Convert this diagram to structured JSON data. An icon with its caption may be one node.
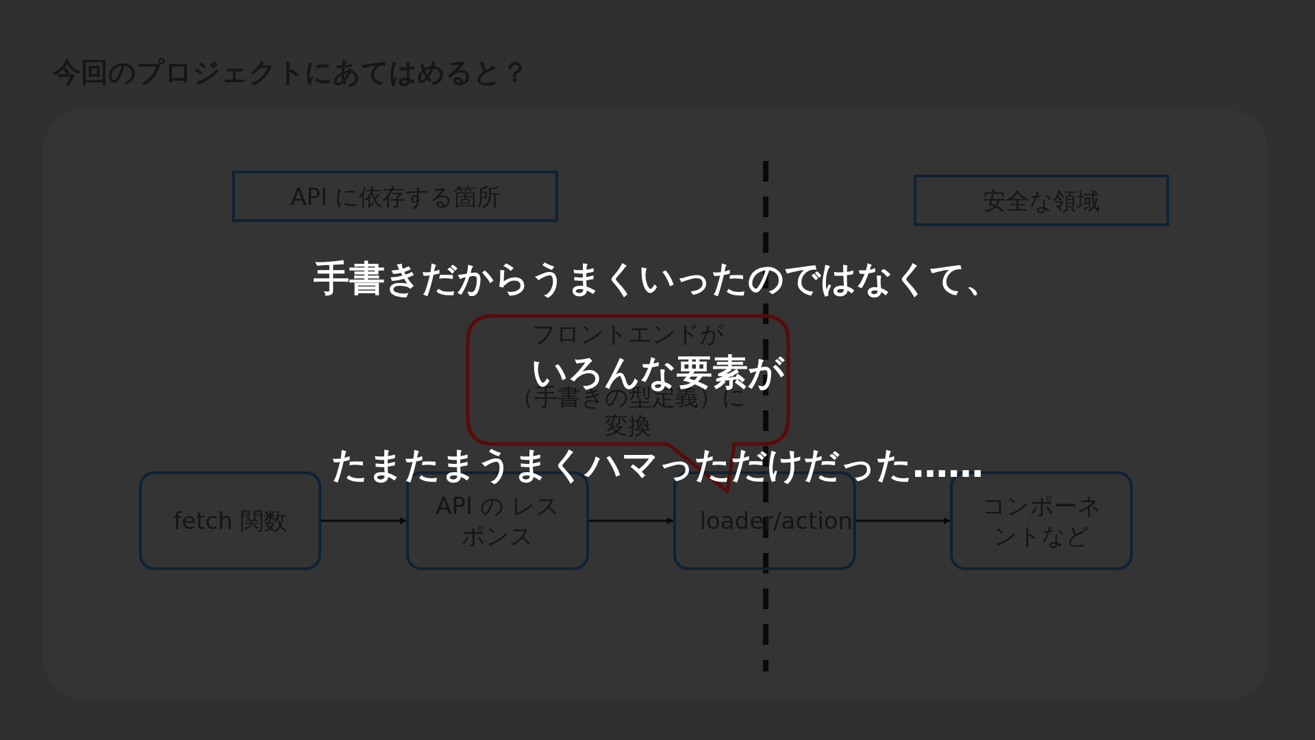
{
  "diagram": {
    "title": "今回のプロジェクトにあてはめると？",
    "nodes": [
      {
        "text": [
          "API に依存する箇所"
        ]
      },
      {
        "text": [
          "安全な領域"
        ]
      },
      {
        "text": [
          "フロントエンドが",
          "（手書きの型定義）に変換"
        ]
      },
      {
        "text": [
          "fetch 関数"
        ]
      },
      {
        "text": [
          "API の レスポンス"
        ]
      },
      {
        "text": [
          "loader/action"
        ]
      },
      {
        "text": [
          "コンポーネントなど"
        ]
      }
    ],
    "edges": [
      {
        "from": 3,
        "to": 4,
        "arrow": "to"
      },
      {
        "from": 4,
        "to": 5,
        "arrow": "to"
      },
      {
        "from": 5,
        "to": 6,
        "arrow": "to"
      }
    ],
    "labels": [
      "手書きだからうまくいったのではなくて、",
      "いろんな要素が",
      "たまたまうまくハマっただけだった……"
    ]
  }
}
